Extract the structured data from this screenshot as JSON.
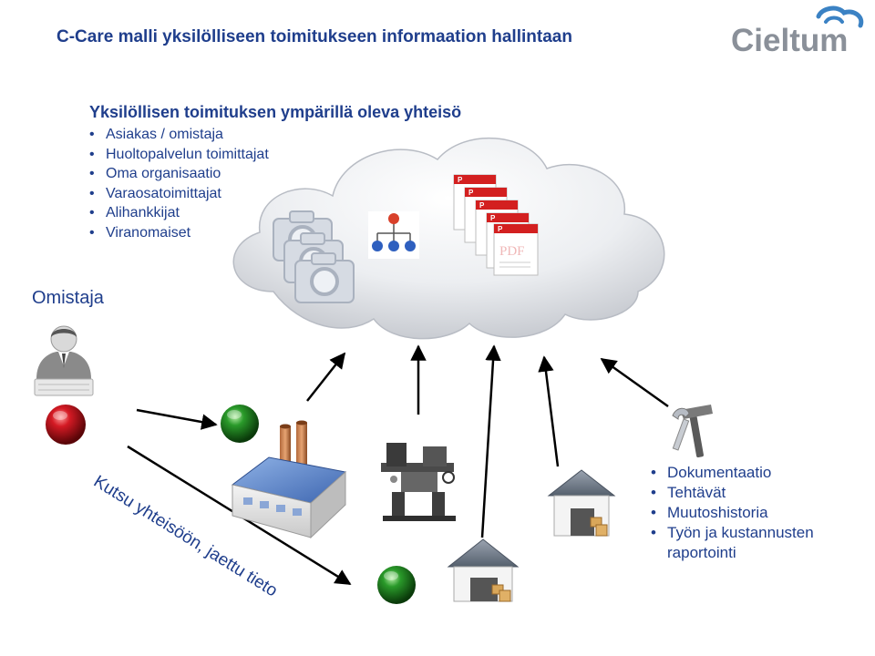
{
  "header": {
    "title": "C-Care malli yksilölliseen toimitukseen informaation hallintaan",
    "logo_text": "Cieltum"
  },
  "community": {
    "heading": "Yksilöllisen toimituksen ympärillä oleva yhteisö",
    "items": [
      "Asiakas / omistaja",
      "Huoltopalvelun toimittajat",
      "Oma organisaatio",
      "Varaosatoimittajat",
      "Alihankkijat",
      "Viranomaiset"
    ]
  },
  "owner_label": "Omistaja",
  "invite_label": "Kutsu yhteisöön, jaettu tieto",
  "features": {
    "items": [
      "Dokumentaatio",
      "Tehtävät",
      "Muutoshistoria",
      "Työn ja kustannusten raportointi"
    ]
  },
  "pdf_label": "PDF",
  "colors": {
    "title": "#1f3e8c",
    "text": "#1f3e8c",
    "cloud": "#e4e6ea",
    "red_ball": "#c8101e",
    "green_ball": "#1e8a1e",
    "arrow": "#000000"
  }
}
